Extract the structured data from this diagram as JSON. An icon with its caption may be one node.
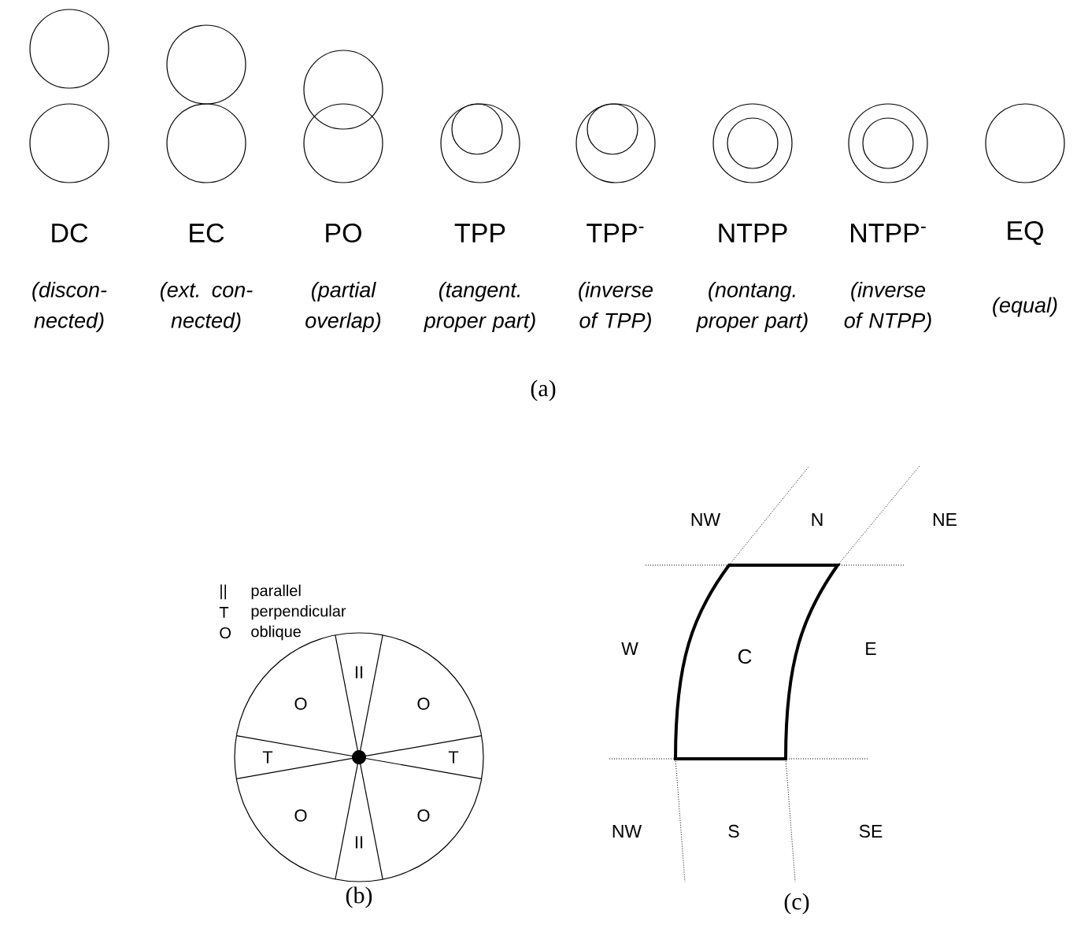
{
  "diagram": {
    "nodes": [
      {
        "text": [
          "C"
        ]
      }
    ],
    "labels": [
      "DC",
      "EC",
      "PO",
      "TPP",
      "TPP$^{-}$",
      "NTPP",
      "NTPP$^{-}$",
      "EQ",
      "(discon- nected)",
      "(ext. con- nected)",
      "(partial overlap)",
      "(tangent. proper part)",
      "(inverse of TPP)",
      "(nontang. proper part)",
      "(inverse of NTPP)",
      "(equal)",
      "(a)",
      "||",
      "parallel",
      "T",
      "perpendicular",
      "O",
      "oblique",
      "II",
      "O",
      "O",
      "T",
      "T",
      "O",
      "O",
      "II",
      "(b)",
      "NW",
      "N",
      "NE",
      "W",
      "E",
      "NW",
      "S",
      "SE",
      "(c)"
    ]
  }
}
